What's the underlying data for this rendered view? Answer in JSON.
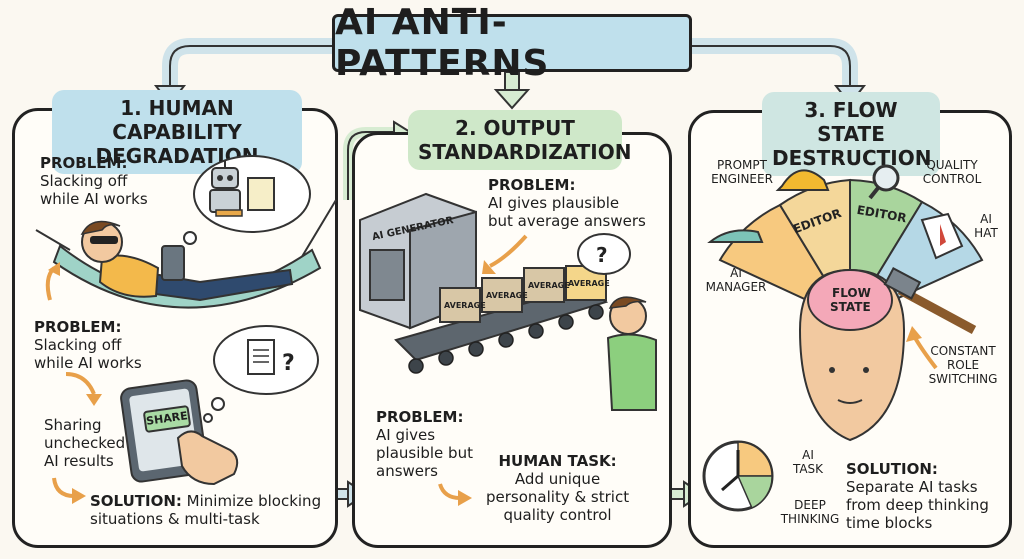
{
  "title": "AI ANTI-PATTERNS",
  "colors": {
    "banner": "#bfe0ec",
    "panel1_title": "#bfe0ec",
    "panel2_title": "#cfe8c9",
    "panel3_title": "#cfe6e2"
  },
  "panel1": {
    "title_line1": "1. HUMAN CAPABILITY",
    "title_line2": "DEGRADATION",
    "problem1_label": "PROBLEM:",
    "problem1_text_line1": "Slacking off",
    "problem1_text_line2": "while AI works",
    "problem2_label": "PROBLEM:",
    "problem2_text_line1": "Slacking off",
    "problem2_text_line2": "while AI works",
    "sharing_line1": "Sharing",
    "sharing_line2": "unchecked",
    "sharing_line3": "AI results",
    "share_button": "SHARE",
    "doc_question": "?",
    "solution_label": "SOLUTION:",
    "solution_text_line1": "Minimize blocking",
    "solution_text_line2": "situations & multi-task"
  },
  "panel2": {
    "title_line1": "2. OUTPUT",
    "title_line2": "STANDARDIZATION",
    "machine_label": "AI GENERATOR",
    "box_label": "AVERAGE",
    "problem1_label": "PROBLEM:",
    "problem1_text_line1": "AI gives plausible",
    "problem1_text_line2": "but average answers",
    "question": "?",
    "problem2_label": "PROBLEM:",
    "problem2_text_line1": "AI gives",
    "problem2_text_line2": "plausible but",
    "problem2_text_line3": "answers",
    "task_label": "HUMAN TASK:",
    "task_text_line1": "Add unique",
    "task_text_line2": "personality & strict",
    "task_text_line3": "quality control"
  },
  "panel3": {
    "title_line1": "3. FLOW STATE",
    "title_line2": "DESTRUCTION",
    "role_prompt_line1": "PROMPT",
    "role_prompt_line2": "ENGINEER",
    "role_quality_line1": "QUALITY",
    "role_quality_line2": "CONTROL",
    "role_ai_hat_line1": "AI",
    "role_ai_hat_line2": "HAT",
    "role_manager_line1": "AI",
    "role_manager_line2": "MANAGER",
    "segment_editor1": "EDITOR",
    "segment_editor2": "EDITOR",
    "brain_line1": "FLOW",
    "brain_line2": "STATE",
    "constant_line1": "CONSTANT",
    "constant_line2": "ROLE",
    "constant_line3": "SWITCHING",
    "clock_ai_line1": "AI",
    "clock_ai_line2": "TASK",
    "clock_deep_line1": "DEEP",
    "clock_deep_line2": "THINKING",
    "solution_label": "SOLUTION:",
    "solution_text_line1": "Separate AI tasks",
    "solution_text_line2": "from deep thinking",
    "solution_text_line3": "time blocks"
  }
}
